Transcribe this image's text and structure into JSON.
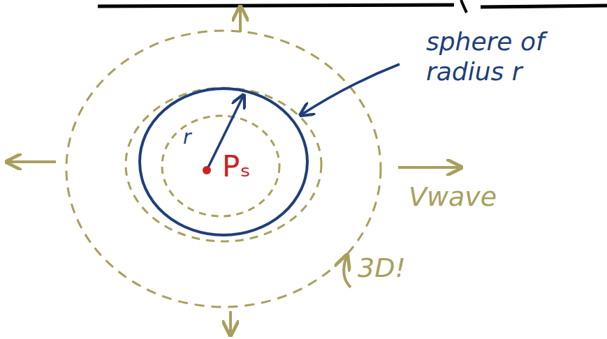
{
  "diagram": {
    "labels": [
      "sphere of radius r",
      "r",
      "Pₛ",
      "Vwave",
      "3D!"
    ]
  }
}
